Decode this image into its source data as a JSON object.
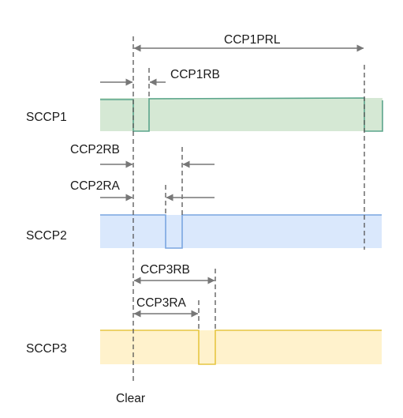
{
  "labels": {
    "ccp1prl": "CCP1PRL",
    "ccp1rb": "CCP1RB",
    "ccp2rb": "CCP2RB",
    "ccp2ra": "CCP2RA",
    "ccp3rb": "CCP3RB",
    "ccp3ra": "CCP3RA",
    "clear": "Clear"
  },
  "channels": [
    {
      "id": "sccp1",
      "label": "SCCP1",
      "fill": "#d5e8d4",
      "stroke": "#5ba58b"
    },
    {
      "id": "sccp2",
      "label": "SCCP2",
      "fill": "#dae8fc",
      "stroke": "#7aa6e0"
    },
    {
      "id": "sccp3",
      "label": "SCCP3",
      "fill": "#fff2cc",
      "stroke": "#e6c642"
    }
  ],
  "colors": {
    "guide_line": "#555555",
    "arrow": "#777777"
  }
}
